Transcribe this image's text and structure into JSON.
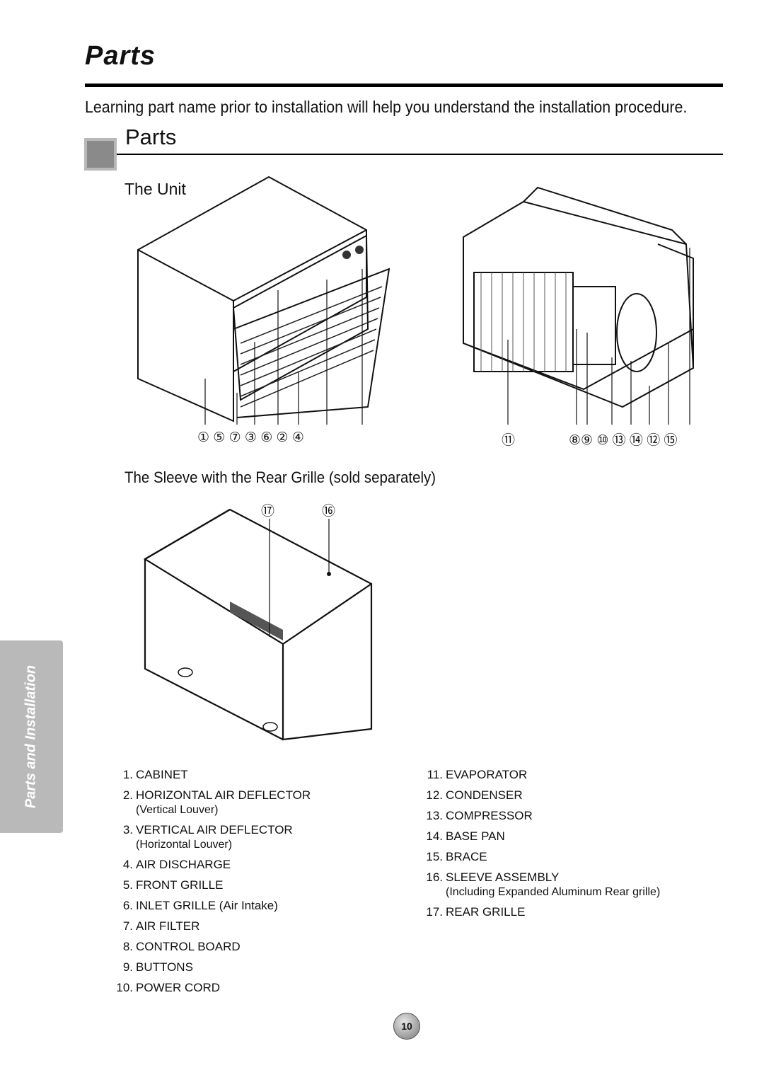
{
  "header": {
    "title": "Parts"
  },
  "intro": "Learning part name prior to installation will help you understand the installation procedure.",
  "section": {
    "title": "Parts",
    "unit_label": "The Unit",
    "sleeve_label": "The Sleeve with the Rear Grille (sold separately)"
  },
  "callouts": {
    "unit_front": "① ⑤ ⑦ ③ ⑥ ② ④",
    "unit_back_left": "⑪",
    "unit_back_right": "⑧⑨ ⑩ ⑬ ⑭ ⑫ ⑮",
    "sleeve_17": "⑰",
    "sleeve_16": "⑯"
  },
  "side_tab": "Parts and Installation",
  "parts_left": [
    {
      "num": "1.",
      "name": "CABINET",
      "sub": ""
    },
    {
      "num": "2.",
      "name": "HORIZONTAL AIR DEFLECTOR",
      "sub": "(Vertical Louver)"
    },
    {
      "num": "3.",
      "name": "VERTICAL AIR DEFLECTOR",
      "sub": "(Horizontal Louver)"
    },
    {
      "num": "4.",
      "name": "AIR DISCHARGE",
      "sub": ""
    },
    {
      "num": "5.",
      "name": "FRONT GRILLE",
      "sub": ""
    },
    {
      "num": "6.",
      "name": "INLET GRILLE (Air Intake)",
      "sub": ""
    },
    {
      "num": "7.",
      "name": "AIR FILTER",
      "sub": ""
    },
    {
      "num": "8.",
      "name": "CONTROL BOARD",
      "sub": ""
    },
    {
      "num": "9.",
      "name": "BUTTONS",
      "sub": ""
    },
    {
      "num": "10.",
      "name": "POWER CORD",
      "sub": ""
    }
  ],
  "parts_right": [
    {
      "num": "11.",
      "name": "EVAPORATOR",
      "sub": ""
    },
    {
      "num": "12.",
      "name": "CONDENSER",
      "sub": ""
    },
    {
      "num": "13.",
      "name": "COMPRESSOR",
      "sub": ""
    },
    {
      "num": "14.",
      "name": "BASE PAN",
      "sub": ""
    },
    {
      "num": "15.",
      "name": "BRACE",
      "sub": ""
    },
    {
      "num": "16.",
      "name": "SLEEVE ASSEMBLY",
      "sub": "(Including Expanded Aluminum Rear grille)"
    },
    {
      "num": "17.",
      "name": "REAR GRILLE",
      "sub": ""
    }
  ],
  "page_number": "10"
}
